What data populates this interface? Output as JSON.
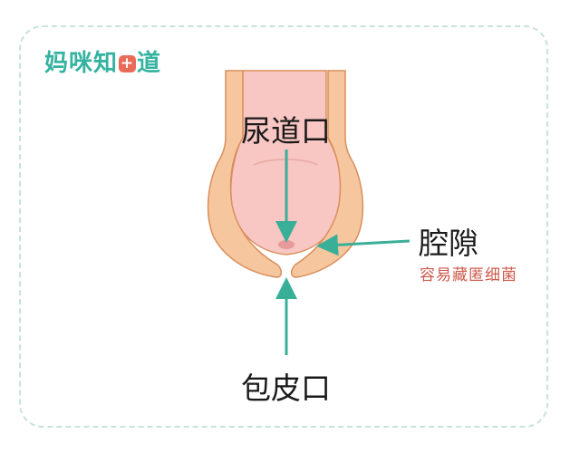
{
  "brand": {
    "chars": [
      "妈",
      "咪",
      "知",
      "道"
    ],
    "accent_color": "#35b3a0",
    "plus_color": "#ea6b58"
  },
  "labels": {
    "urethral_opening": "尿道口",
    "preputial_cavity": "腔隙",
    "preputial_cavity_note": "容易藏匿细菌",
    "preputial_opening": "包皮口"
  },
  "colors": {
    "frame_dash": "#c9e2dc",
    "arrow": "#3aaf98",
    "foreskin_fill": "#f6c69e",
    "foreskin_outline": "#d98f5d",
    "glans_fill": "#f8c6c3",
    "note_text": "#cf5a4c"
  }
}
